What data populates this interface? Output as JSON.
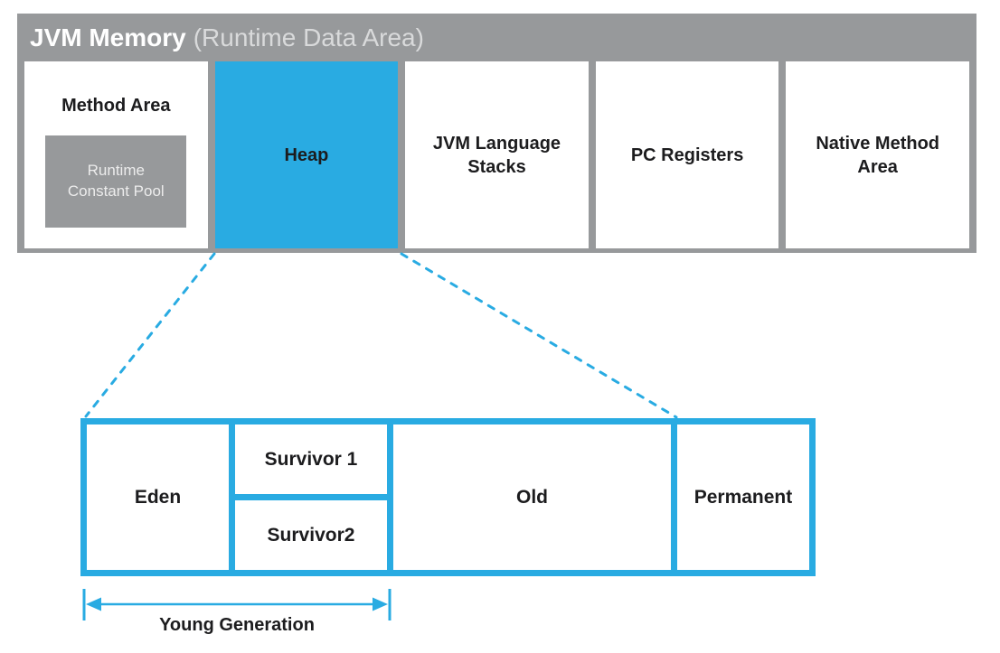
{
  "colors": {
    "accent_blue": "#29abe2",
    "frame_gray": "#97999b",
    "text_dark": "#1c1c1e",
    "subtitle_light": "#d9dadb",
    "pool_text": "#ececec"
  },
  "header": {
    "title": "JVM Memory",
    "subtitle": "(Runtime Data Area)"
  },
  "regions": {
    "method_area": {
      "label": "Method Area",
      "pool_line1": "Runtime",
      "pool_line2": "Constant Pool"
    },
    "heap": {
      "label": "Heap"
    },
    "jvm_language_stacks": {
      "label": "JVM Language Stacks"
    },
    "pc_registers": {
      "label": "PC Registers"
    },
    "native_method_area": {
      "label": "Native Method Area"
    }
  },
  "heap_detail": {
    "eden": "Eden",
    "survivor1": "Survivor 1",
    "survivor2": "Survivor2",
    "old": "Old",
    "permanent": "Permanent",
    "young_generation": "Young Generation"
  }
}
